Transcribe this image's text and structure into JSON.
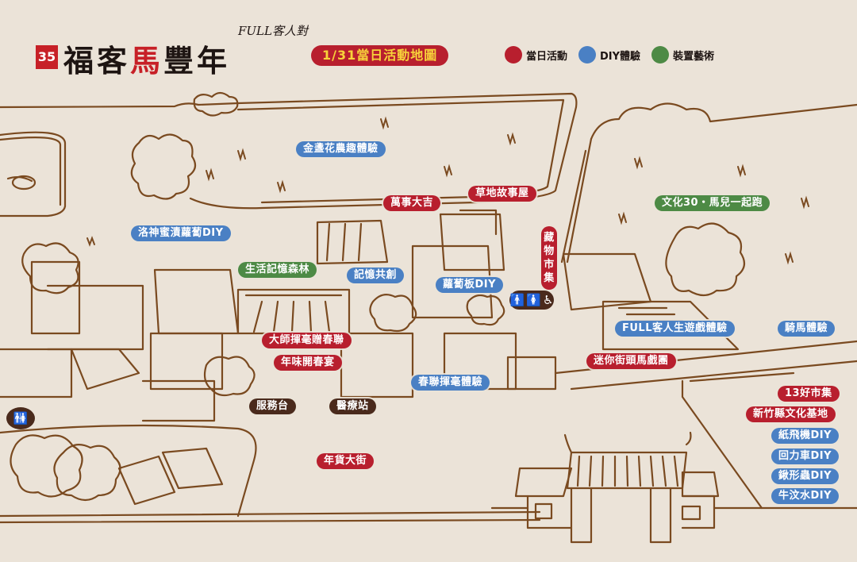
{
  "header": {
    "logo_badge": "35",
    "title_pre": "福客",
    "title_accent": "馬",
    "title_post": "豐年",
    "handwritten_subtitle": "FULL客人對",
    "date_banner": "1/31當日活動地圖"
  },
  "legend": {
    "items": [
      {
        "label": "當日活動",
        "color": "#b81f2e"
      },
      {
        "label": "DIY體驗",
        "color": "#4a80c4"
      },
      {
        "label": "裝置藝術",
        "color": "#4d8a45"
      }
    ]
  },
  "colors": {
    "background": "#ebe3d8",
    "line": "#7a4a20",
    "red": "#b81f2e",
    "blue": "#4a80c4",
    "green": "#4d8a45",
    "brown": "#4a2a1c"
  },
  "labels": {
    "jinzhanhua": "金盞花農趣體驗",
    "wanshi": "萬事大吉",
    "caodi": "草地故事屋",
    "luoshen": "洛神蜜漬蘿蔔DIY",
    "shenghuo": "生活記憶森林",
    "jiyi": "記憶共創",
    "luobo": "蘿蔔板DIY",
    "cangwu": "藏物市集",
    "wenhua30": "文化30・馬兒一起跑",
    "dashi": "大師揮毫贈春聯",
    "nianwei": "年味開春宴",
    "chunlian": "春聯揮毫體驗",
    "fuwutai": "服務台",
    "yiliao": "醫療站",
    "full_game": "FULL客人生遊戲體驗",
    "mini_horse": "迷你街頭馬戲團",
    "riding": "騎馬體驗",
    "nianhuo": "年貨大街",
    "market13": "13好市集",
    "hsinchu": "新竹縣文化基地",
    "plane": "紙飛機DIY",
    "car": "回力車DIY",
    "beetle": "鍬形蟲DIY",
    "cow": "牛汶水DIY"
  },
  "facilities": {
    "restroom_center": "restroom-accessible-icon",
    "restroom_left": "restroom-icon"
  }
}
